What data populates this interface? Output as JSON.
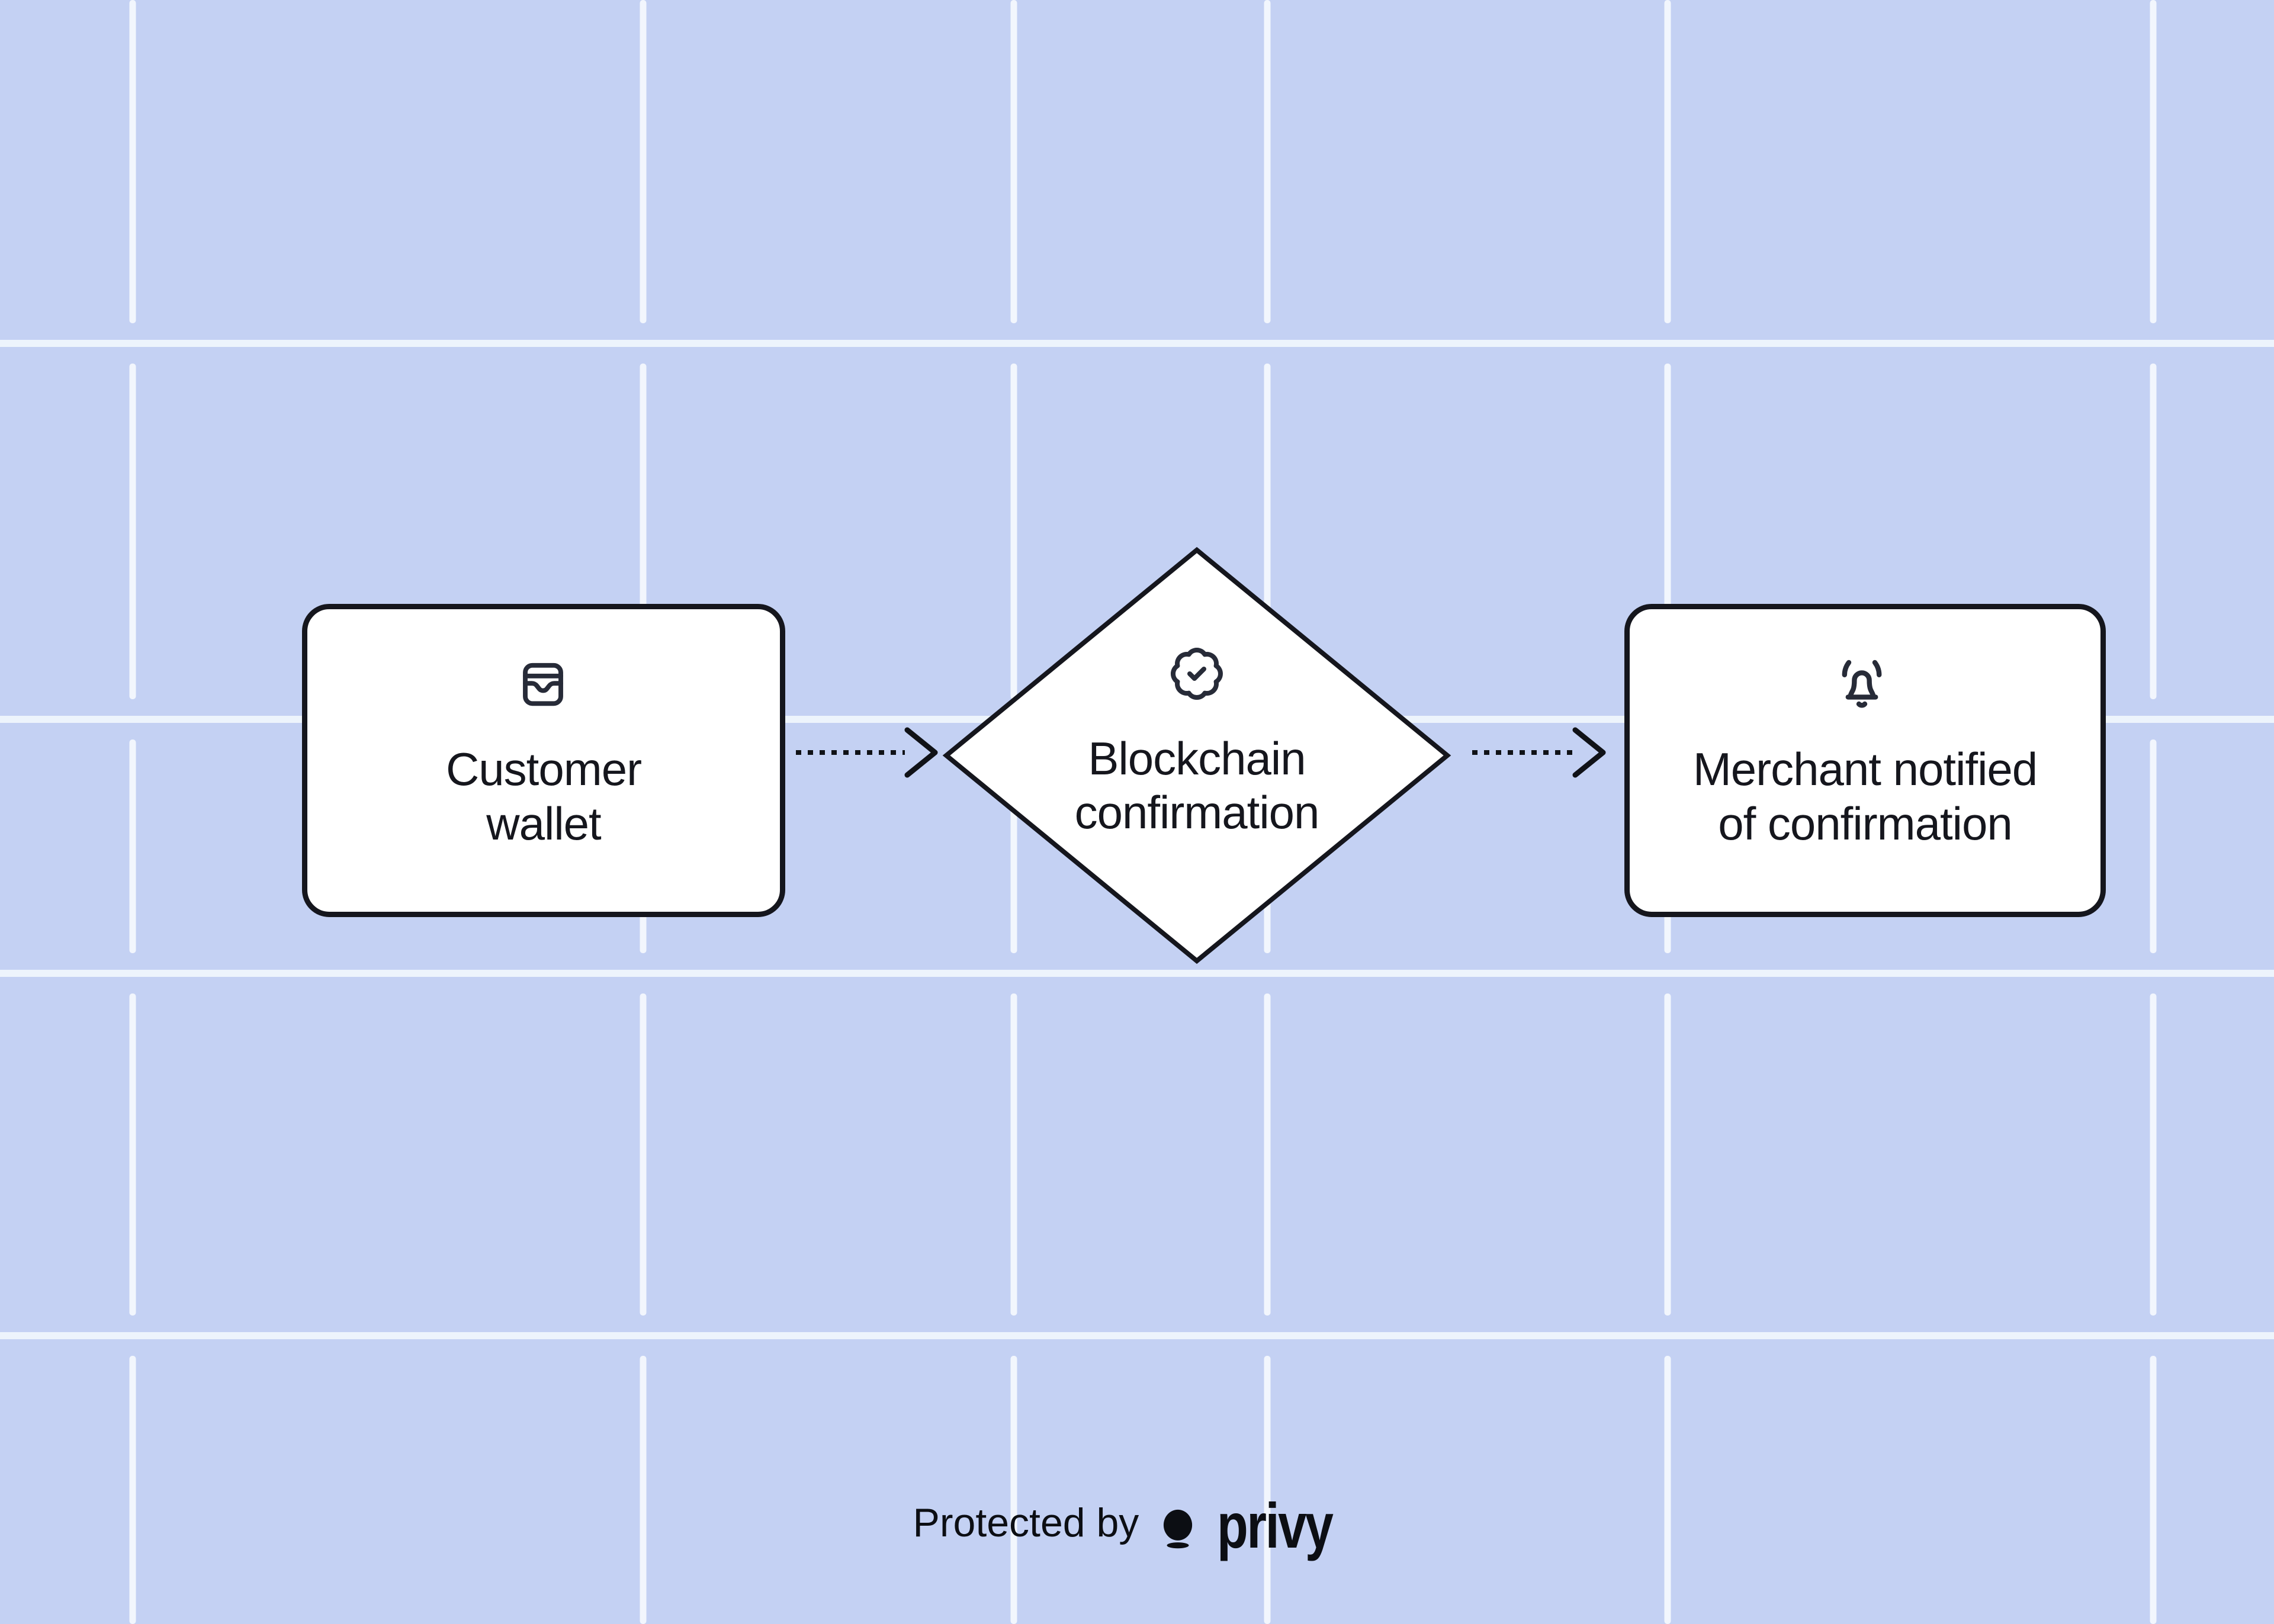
{
  "colors": {
    "background": "#c4d1f3",
    "grid_vertical": "#f2f6fd",
    "grid_horizontal": "#edf4fc",
    "node_fill": "#ffffff",
    "node_stroke": "#15161d",
    "node_text": "#15161d",
    "icon": "#272b38",
    "connector": "#101217",
    "footer_text": "#0c0e13"
  },
  "flowchart": {
    "nodes": [
      {
        "id": "customer-wallet",
        "shape": "rectangle",
        "icon": "wallet-icon",
        "label_lines": [
          "Customer",
          "wallet"
        ]
      },
      {
        "id": "blockchain-confirmation",
        "shape": "diamond",
        "icon": "badge-check-icon",
        "label_lines": [
          "Blockchain",
          "confirmation"
        ]
      },
      {
        "id": "merchant-notified",
        "shape": "rectangle",
        "icon": "bell-ring-icon",
        "label_lines": [
          "Merchant notified",
          "of confirmation"
        ]
      }
    ],
    "connectors": [
      {
        "from": "customer-wallet",
        "to": "blockchain-confirmation",
        "style": "dotted-arrow"
      },
      {
        "from": "blockchain-confirmation",
        "to": "merchant-notified",
        "style": "dotted-arrow"
      }
    ]
  },
  "footer": {
    "prefix": "Protected by",
    "brand": "privy",
    "brand_mark": "privy-balloon-logo"
  }
}
